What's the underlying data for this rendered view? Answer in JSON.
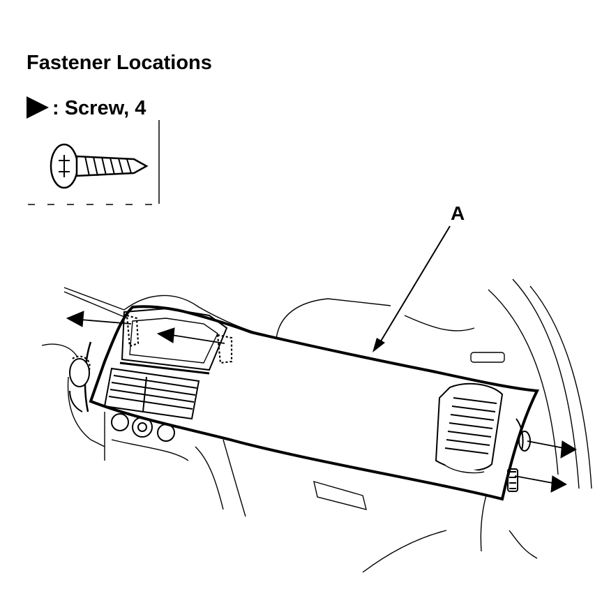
{
  "title": "Fastener Locations",
  "legend": {
    "symbol_icon": "triangle-arrow-icon",
    "label": ": Screw, 4"
  },
  "part_callout": "A",
  "colors": {
    "ink": "#000000",
    "paper": "#ffffff"
  }
}
